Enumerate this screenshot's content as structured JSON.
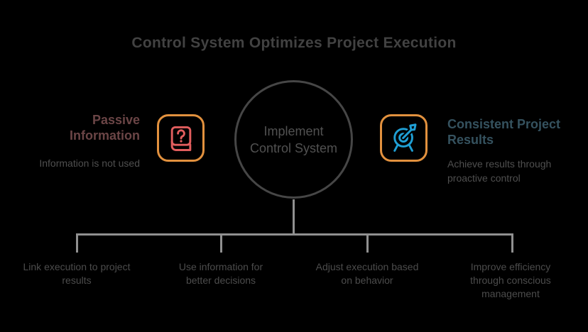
{
  "title": "Control System Optimizes Project Execution",
  "center_node": {
    "label": "Implement\nControl System"
  },
  "left_item": {
    "heading": "Passive\nInformation",
    "description": "Information is not used",
    "icon": "book-question-icon"
  },
  "right_item": {
    "heading": "Consistent Project\nResults",
    "description": "Achieve results through\nproactive control",
    "icon": "target-arrow-icon"
  },
  "branches": [
    {
      "label": "Link execution to project\nresults"
    },
    {
      "label": "Use information for\nbetter decisions"
    },
    {
      "label": "Adjust execution based\non behavior"
    },
    {
      "label": "Improve efficiency\nthrough conscious\nmanagement"
    }
  ],
  "colors": {
    "background": "#000000",
    "title_text": "#424242",
    "circle_border": "#464646",
    "circle_text": "#515151",
    "connector_line": "#909090",
    "icon_box_border": "#e2913e",
    "book_icon": "#e25e5e",
    "target_icon": "#1f9fd4",
    "left_heading": "#6b4546",
    "right_heading": "#35525f",
    "body_text": "#4f4f4f"
  }
}
